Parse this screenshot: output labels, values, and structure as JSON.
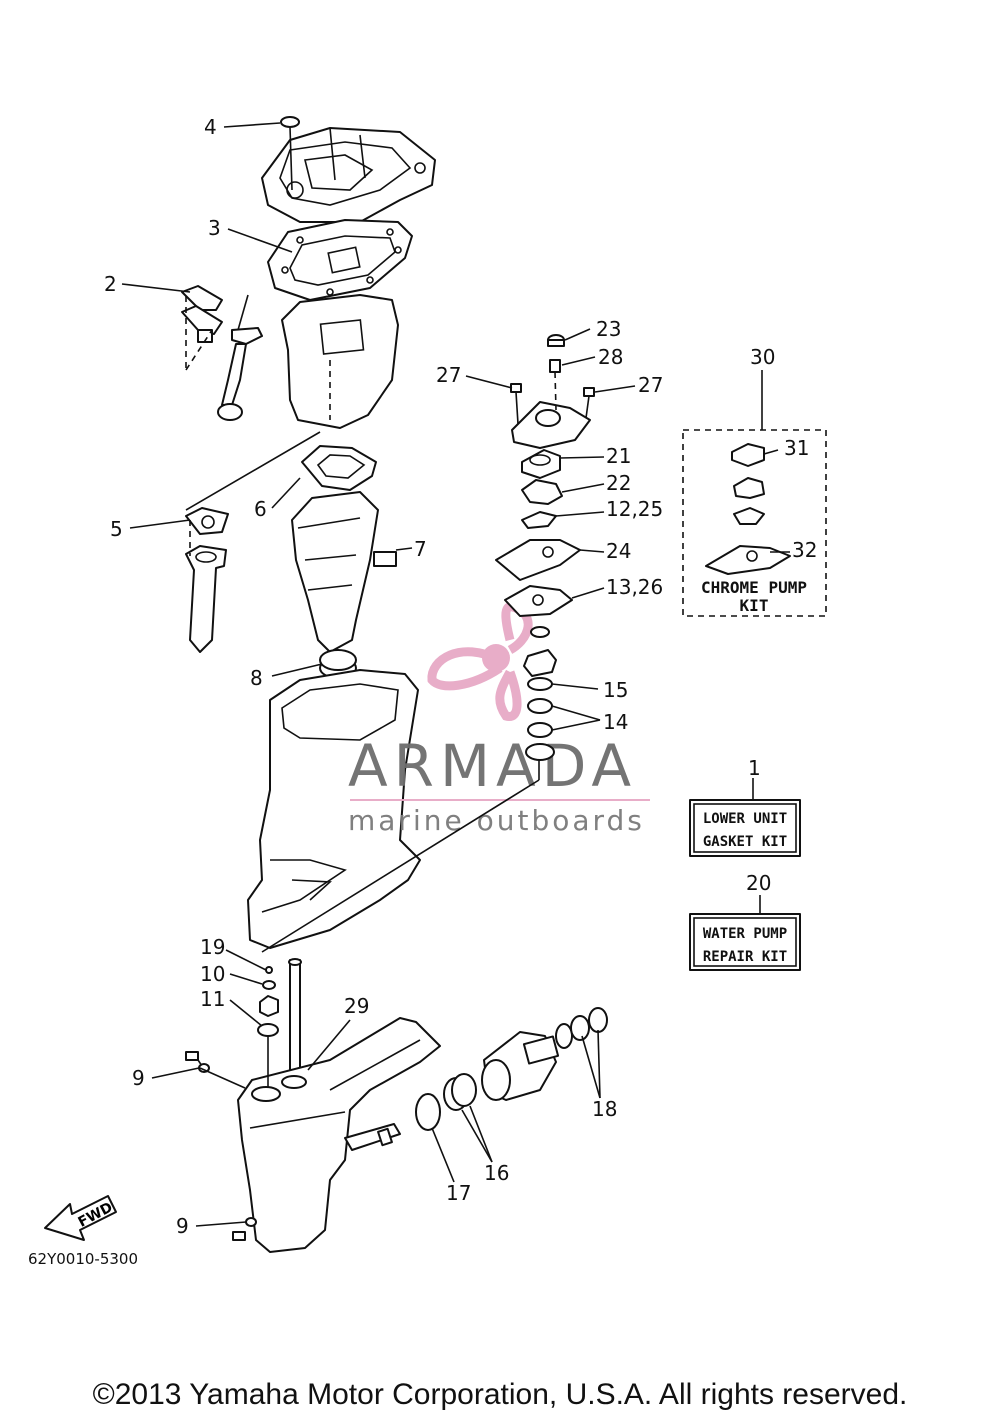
{
  "callouts": {
    "c4": "4",
    "c3": "3",
    "c2": "2",
    "c5": "5",
    "c6": "6",
    "c7": "7",
    "c8": "8",
    "c23": "23",
    "c28": "28",
    "c27a": "27",
    "c27b": "27",
    "c30": "30",
    "c31": "31",
    "c21": "21",
    "c22": "22",
    "c12_25": "12,25",
    "c24": "24",
    "c32": "32",
    "c13_26": "13,26",
    "c15": "15",
    "c14": "14",
    "c1": "1",
    "c20": "20",
    "c19": "19",
    "c10": "10",
    "c11": "11",
    "c29": "29",
    "c9a": "9",
    "c9b": "9",
    "c18": "18",
    "c16": "16",
    "c17": "17"
  },
  "kits": {
    "chrome_line1": "CHROME PUMP",
    "chrome_line2": "KIT",
    "lower_line1": "LOWER UNIT",
    "lower_line2": "GASKET KIT",
    "water_line1": "WATER PUMP",
    "water_line2": "REPAIR KIT"
  },
  "fwd_label": "FWD",
  "doc_number": "62Y0010-5300",
  "watermark": {
    "title": "ARMADA",
    "subtitle": "marine outboards",
    "colors": {
      "logo": "#e7a9c6",
      "text": "#6d6d6d",
      "underline": "#e7a9c6"
    }
  },
  "copyright": "©2013 Yamaha Motor Corporation, U.S.A. All rights reserved."
}
